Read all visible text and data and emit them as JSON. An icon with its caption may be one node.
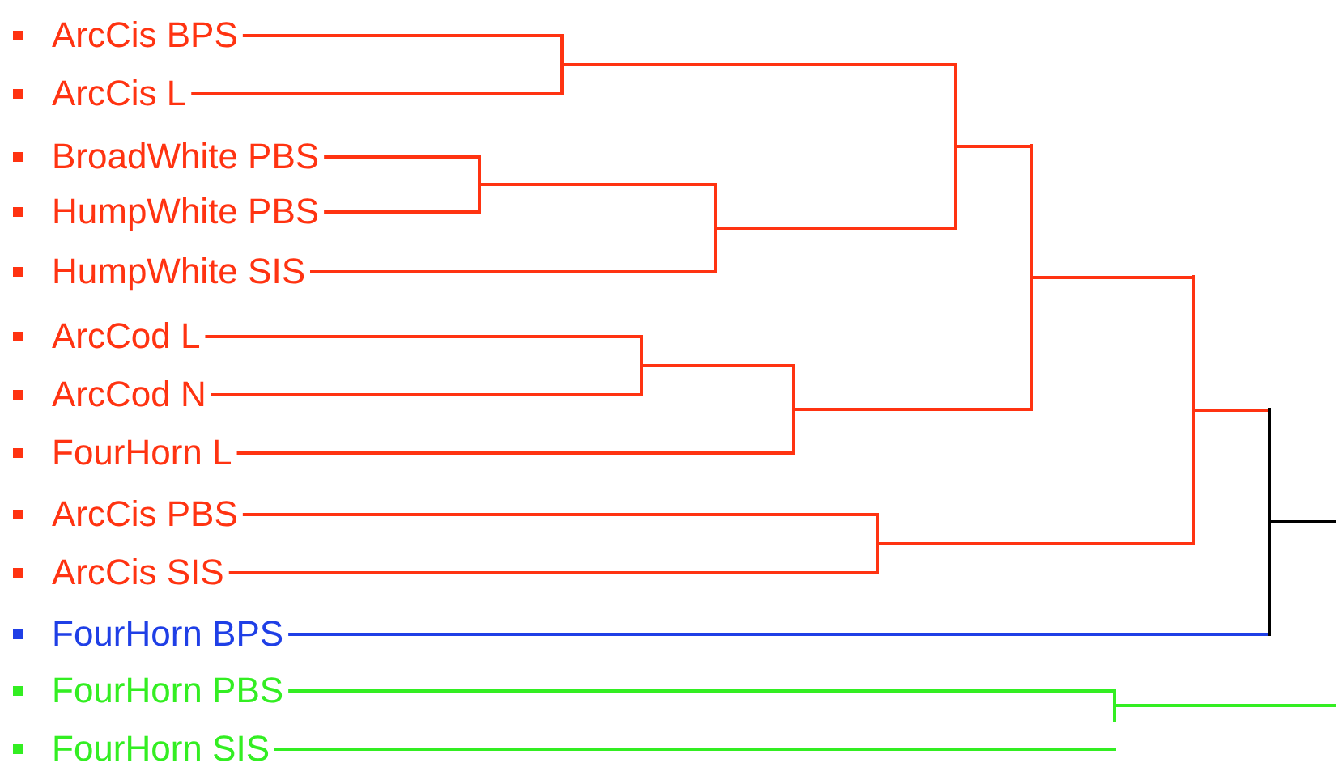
{
  "diagram": {
    "nodes": [
      {
        "text": [
          "ArcCis BPS"
        ]
      },
      {
        "text": [
          "ArcCis L"
        ]
      },
      {
        "text": [
          "BroadWhite PBS"
        ]
      },
      {
        "text": [
          "HumpWhite PBS"
        ]
      },
      {
        "text": [
          "HumpWhite SIS"
        ]
      },
      {
        "text": [
          "ArcCod L"
        ]
      },
      {
        "text": [
          "ArcCod N"
        ]
      },
      {
        "text": [
          "FourHorn L"
        ]
      },
      {
        "text": [
          "ArcCis PBS"
        ]
      },
      {
        "text": [
          "ArcCis SIS"
        ]
      },
      {
        "text": [
          "FourHorn BPS"
        ]
      },
      {
        "text": [
          "FourHorn PBS"
        ]
      },
      {
        "text": [
          "FourHorn SIS"
        ]
      },
      {
        "text": [],
        "shape": "bar"
      },
      {
        "text": [],
        "shape": "bar"
      },
      {
        "text": [],
        "shape": "bar"
      },
      {
        "text": [],
        "shape": "bar"
      },
      {
        "text": [],
        "shape": "bar"
      },
      {
        "text": [],
        "shape": "bar"
      },
      {
        "text": [],
        "shape": "bar"
      },
      {
        "text": [],
        "shape": "bar"
      },
      {
        "text": [],
        "shape": "bar"
      },
      {
        "text": [],
        "shape": "bar"
      },
      {
        "text": [],
        "shape": "bar"
      }
    ],
    "edges": [
      {
        "from": 0,
        "to": 13,
        "arrow": "none"
      },
      {
        "from": 1,
        "to": 13,
        "arrow": "none"
      },
      {
        "from": 2,
        "to": 14,
        "arrow": "none"
      },
      {
        "from": 3,
        "to": 14,
        "arrow": "none"
      },
      {
        "from": 14,
        "to": 15,
        "arrow": "none"
      },
      {
        "from": 4,
        "to": 15,
        "arrow": "none"
      },
      {
        "from": 13,
        "to": 16,
        "arrow": "none"
      },
      {
        "from": 15,
        "to": 16,
        "arrow": "none"
      },
      {
        "from": 5,
        "to": 17,
        "arrow": "none"
      },
      {
        "from": 6,
        "to": 17,
        "arrow": "none"
      },
      {
        "from": 17,
        "to": 18,
        "arrow": "none"
      },
      {
        "from": 7,
        "to": 18,
        "arrow": "none"
      },
      {
        "from": 16,
        "to": 19,
        "arrow": "none"
      },
      {
        "from": 18,
        "to": 19,
        "arrow": "none"
      },
      {
        "from": 8,
        "to": 20,
        "arrow": "none"
      },
      {
        "from": 9,
        "to": 20,
        "arrow": "none"
      },
      {
        "from": 19,
        "to": 21,
        "arrow": "none"
      },
      {
        "from": 20,
        "to": 21,
        "arrow": "none"
      },
      {
        "from": 21,
        "to": 22,
        "arrow": "none"
      },
      {
        "from": 10,
        "to": 22,
        "arrow": "none",
        "color": "#1f3fe6"
      },
      {
        "from": 22,
        "to": null,
        "arrow": "none",
        "color": "#000000"
      },
      {
        "from": 11,
        "to": 23,
        "arrow": "none",
        "color": "#33ee22"
      },
      {
        "from": 12,
        "to": 23,
        "arrow": "none",
        "color": "#33ee22"
      },
      {
        "from": 23,
        "to": null,
        "arrow": "none",
        "color": "#33ee22"
      }
    ]
  }
}
